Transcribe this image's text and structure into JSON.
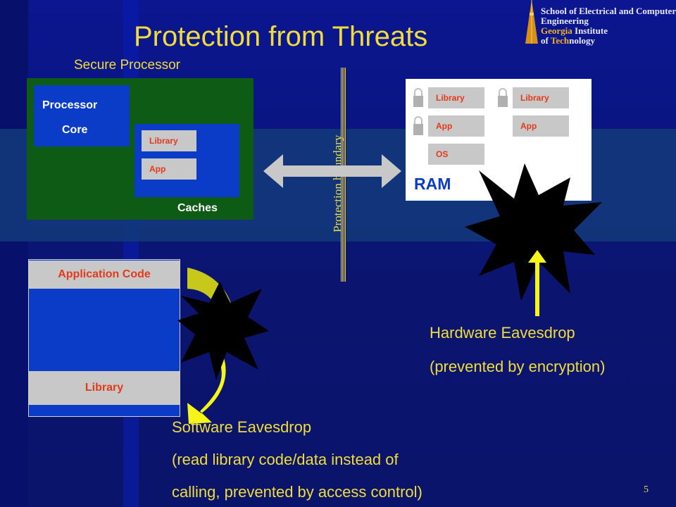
{
  "slide": {
    "title": "Protection from Threats",
    "page_number": "5"
  },
  "logo": {
    "line1": "School of Electrical and Computer",
    "line2": "Engineering",
    "line3_a": "Georgia",
    "line3_b": " Institute",
    "line4_a": "of ",
    "line4_b": "Tech",
    "line4_c": "nology"
  },
  "secure_processor": {
    "label": "Secure Processor",
    "core_line1": "Processor",
    "core_line2": "Core",
    "cache_items": [
      "Library",
      "App"
    ],
    "caches_label": "Caches"
  },
  "boundary": {
    "label": "Protection boundary"
  },
  "ram": {
    "label": "RAM",
    "left_column": [
      "Library",
      "App",
      "OS"
    ],
    "right_column": [
      "Library",
      "App"
    ]
  },
  "memory_layout": {
    "app_code": "Application Code",
    "library": "Library"
  },
  "hardware_threat": {
    "line1": "Hardware  Eavesdrop",
    "line2": "(prevented by encryption)"
  },
  "software_threat": {
    "line1": "Software Eavesdrop",
    "line2": "(read library code/data instead of",
    "line3": "calling, prevented by access control)"
  },
  "colors": {
    "title": "#f0dd3c",
    "secure_box": "#0e5b16",
    "core_blue": "#0b3cc8",
    "tile_gray": "#c8c8c8",
    "tile_text": "#e23a1a",
    "arrow_yellow": "#f5f51a"
  }
}
